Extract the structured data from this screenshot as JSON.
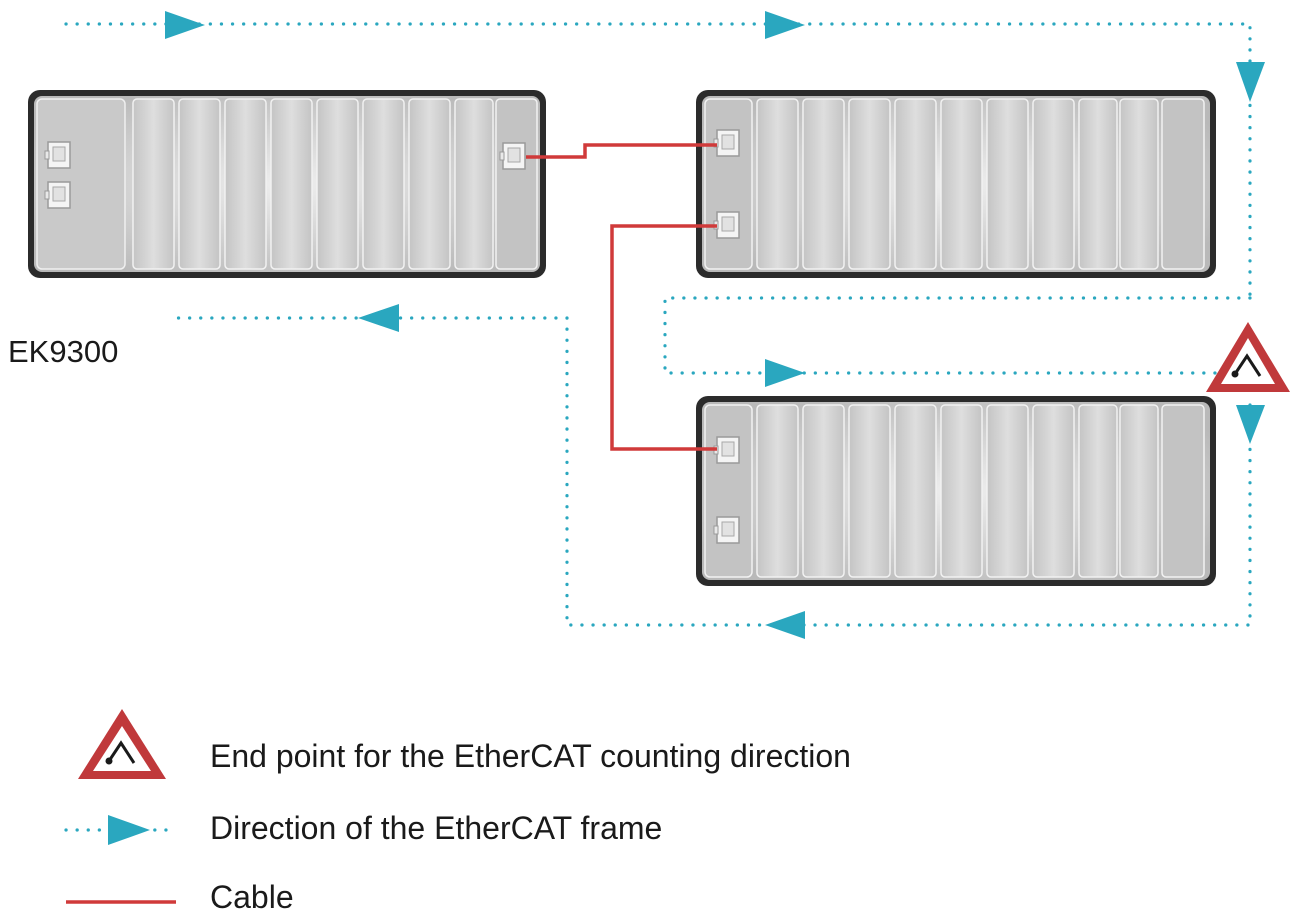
{
  "device": {
    "label": "EK9300"
  },
  "legend": {
    "endpoint": "End point for the EtherCAT counting direction",
    "frame": "Direction of the EtherCAT frame",
    "cable": "Cable"
  },
  "colors": {
    "cable": "#d03a3a",
    "frame_arrow": "#2aa7bf",
    "warning_border": "#c0393b",
    "module_fill": "#d0d0d0",
    "module_border": "#2b2b2b"
  },
  "icons": {
    "endpoint": "warning-triangle-endpoint-icon",
    "frame": "dotted-arrow-icon",
    "port": "ethernet-port-icon"
  }
}
